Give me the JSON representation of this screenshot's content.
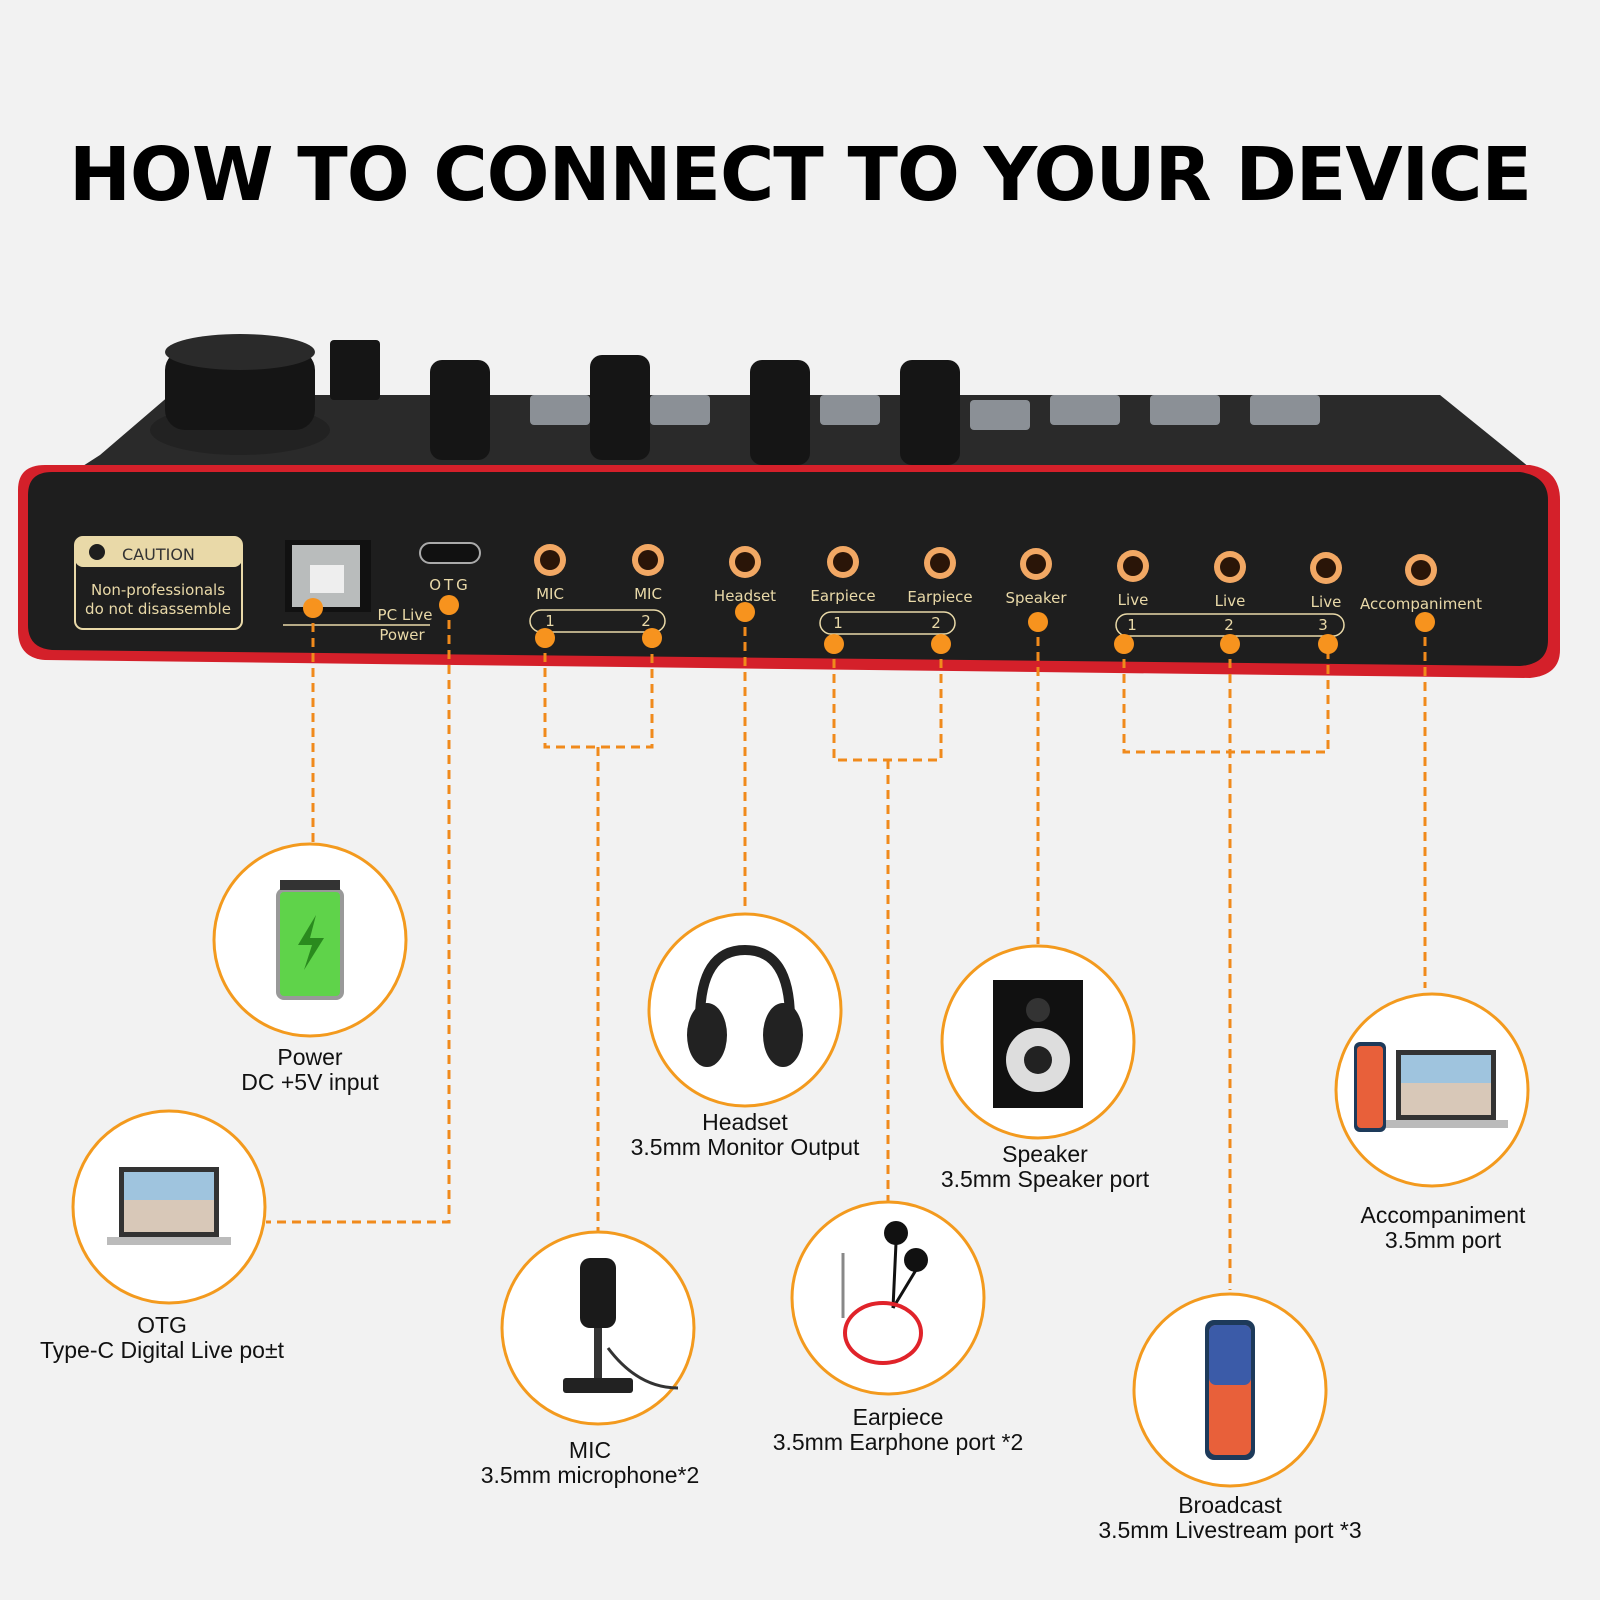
{
  "title": "HOW TO CONNECT TO YOUR DEVICE",
  "device": {
    "caution_title": "CAUTION",
    "caution_line1": "Non-professionals",
    "caution_line2": "do not disassemble",
    "usb_label_1": "PC Live",
    "usb_label_2": "Power",
    "otg_label": "OTG",
    "ports": [
      "MIC",
      "MIC",
      "Headset",
      "Earpiece",
      "Earpiece",
      "Speaker",
      "Live",
      "Live",
      "Live",
      "Accompaniment"
    ],
    "group_numbers": [
      "1",
      "2",
      "1",
      "2",
      "1",
      "2",
      "3"
    ]
  },
  "connections": [
    {
      "name": "Power",
      "detail": "DC +5V input",
      "icon": "battery-icon"
    },
    {
      "name": "OTG",
      "detail": "Type-C Digital Live po±t",
      "icon": "laptop-icon"
    },
    {
      "name": "Headset",
      "detail": "3.5mm Monitor Output",
      "icon": "headphones-icon"
    },
    {
      "name": "MIC",
      "detail": "3.5mm microphone*2",
      "icon": "microphone-icon"
    },
    {
      "name": "Speaker",
      "detail": "3.5mm Speaker port",
      "icon": "speaker-icon"
    },
    {
      "name": "Earpiece",
      "detail": "3.5mm Earphone port *2",
      "icon": "earphones-icon"
    },
    {
      "name": "Accompaniment",
      "detail": "3.5mm port",
      "icon": "phone-laptop-icon"
    },
    {
      "name": "Broadcast",
      "detail": "3.5mm Livestream port *3",
      "icon": "smartphone-icon"
    }
  ],
  "colors": {
    "accent": "#f39a1e",
    "device": "#1e1e1e",
    "edge": "#d4202a",
    "label": "#e9d9a8"
  }
}
